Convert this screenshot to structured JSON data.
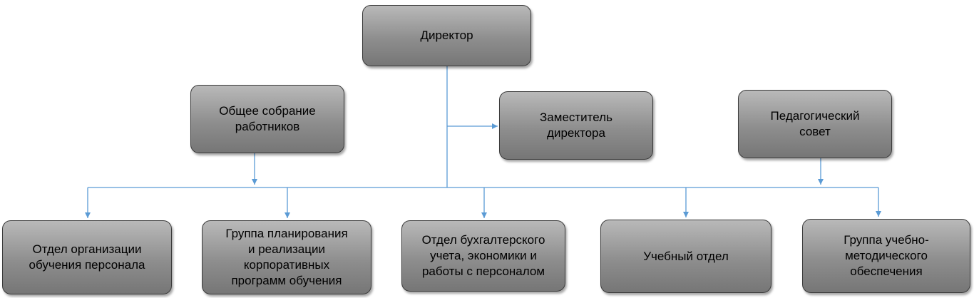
{
  "diagram": {
    "nodes": {
      "director": "Директор",
      "general_assembly": "Общее собрание\nработников",
      "deputy_director": "Заместитель\nдиректора",
      "pedagogical_council": "Педагогический\nсовет",
      "training_department": "Отдел организации\nобучения персонала",
      "planning_group": "Группа  планирования\nи реализации\nкорпоративных\nпрограмм обучения",
      "accounting_department": "Отдел бухгалтерского\nучета, экономики и\nработы с персоналом",
      "educational_department": "Учебный отдел",
      "methodical_group": "Группа  учебно-\nметодического\nобеспечения"
    },
    "edges": [
      {
        "from": "director",
        "to": "deputy_director"
      },
      {
        "from": "director",
        "to": "training_department"
      },
      {
        "from": "director",
        "to": "planning_group"
      },
      {
        "from": "director",
        "to": "accounting_department"
      },
      {
        "from": "director",
        "to": "educational_department"
      },
      {
        "from": "director",
        "to": "methodical_group"
      },
      {
        "from": "general_assembly",
        "to": "training_department"
      },
      {
        "from": "pedagogical_council",
        "to": "methodical_group"
      }
    ],
    "line_color": "#5b9bd5",
    "box_color": "#8e8e8e"
  }
}
